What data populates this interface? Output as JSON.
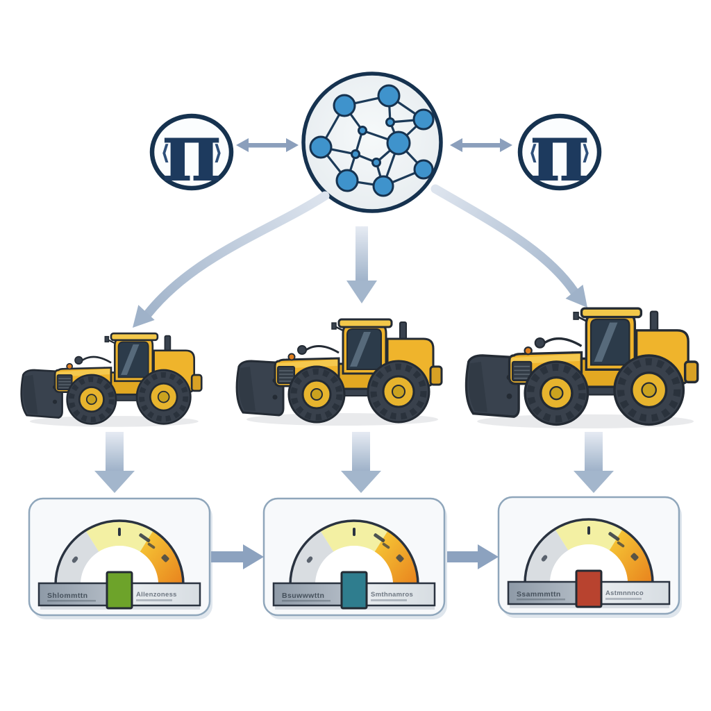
{
  "hub": {
    "icon": "neural-network",
    "ring_color": "#16324f",
    "node_color": "#3f93cc",
    "fill_color": "#ebf0f2"
  },
  "symbols": {
    "color": "#1d3a5e",
    "left": {
      "open": "⟨",
      "glyph": "π",
      "close": "⟩"
    },
    "right": {
      "open": "⟨",
      "glyph": "π",
      "close": "⟩"
    }
  },
  "machines": {
    "type": "wheel-loader",
    "sizes": [
      "small",
      "medium",
      "large"
    ],
    "body_color": "#efb42c",
    "bucket_color": "#39424e"
  },
  "gauges": {
    "segment_colors": {
      "low": "#d9dde1",
      "mid": "#f3f0a3",
      "high_start": "#f7ce39",
      "high_end": "#e8821d"
    },
    "items": [
      {
        "left_label": "Shlommttn",
        "right_label": "Allenzoness",
        "indicator_color": "#6da32a"
      },
      {
        "left_label": "Bsuwwwttn",
        "right_label": "Smthnamros",
        "indicator_color": "#2f7d8e"
      },
      {
        "left_label": "Ssammmttn",
        "right_label": "Astmnnnco",
        "indicator_color": "#b8432f"
      }
    ]
  },
  "arrows": {
    "accent_color": "#8b9fbc",
    "soft_color": "#b6c4d6"
  }
}
